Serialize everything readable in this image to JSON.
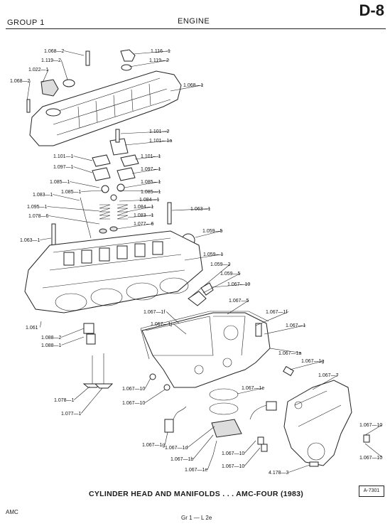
{
  "header": {
    "group": "GROUP 1",
    "section": "ENGINE",
    "page_number": "D-8"
  },
  "labels": [
    "1.068—2",
    "1.116—1",
    "1.119—2",
    "1.119—2",
    "1.022—1",
    "1.068—2",
    "1.068—1",
    "1.101—2",
    "1.101—1a",
    "1.101—1",
    "1.101—1",
    "1.097—1",
    "1.097—1",
    "1.085—1",
    "1.085—1",
    "1.085—1",
    "1.085—1",
    "1.083—1",
    "1.084—1",
    "1.095—1",
    "1.084—1",
    "1.078—6",
    "1.083—1",
    "1.063—1",
    "1.077—6",
    "1.063—1",
    "1.059—5",
    "1.059—1",
    "1.059—2",
    "1.059—5",
    "1.067—10",
    "1.067—5",
    "1.067—1f",
    "1.067—1f",
    "1.067—1j",
    "1.067—1",
    "1.061",
    "1.088—2",
    "1.088—1",
    "1.067—1a",
    "1.067—1g",
    "1.067—10",
    "1.067—10",
    "1.067—7",
    "1.067—1c",
    "1.078—1",
    "1.077—1",
    "1.067—1g",
    "1.067—1d",
    "1.067—1b",
    "1.067—10",
    "1.067—10",
    "1.067—1e",
    "1.067—10",
    "4.178—3",
    "1.067—10"
  ],
  "caption": "CYLINDER HEAD AND MANIFOLDS . . . AMC-FOUR (1983)",
  "figure_id": "A-7301",
  "footer": {
    "left": "AMC",
    "center": "Gr 1 — L 2e"
  }
}
